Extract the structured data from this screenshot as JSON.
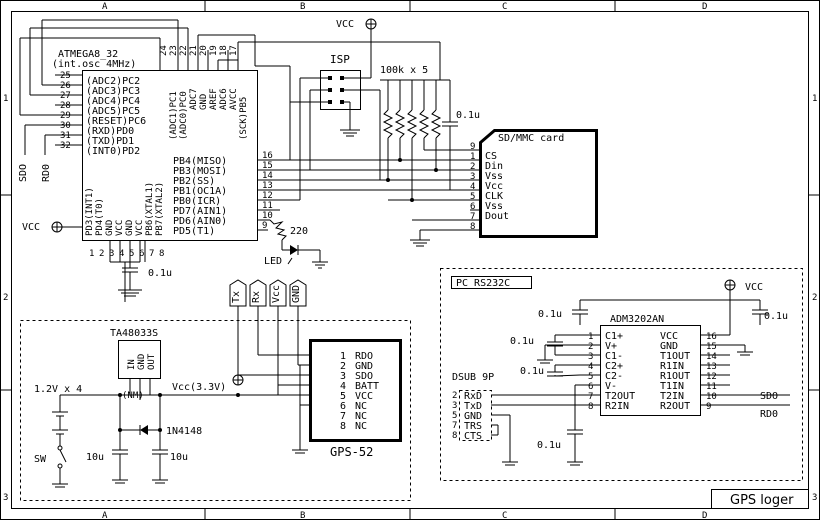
{
  "border": {
    "col_labels": [
      "A",
      "B",
      "C",
      "D"
    ],
    "row_labels": [
      "1",
      "2",
      "3"
    ]
  },
  "title_block": {
    "label": "GPS loger"
  },
  "vcc_label": "VCC",
  "mcu": {
    "part": "ATMEGA8_32",
    "osc": "(int.osc 4MHz)",
    "left_pins": [
      {
        "num": "25",
        "label": "(ADC2)PC2"
      },
      {
        "num": "26",
        "label": "(ADC3)PC3"
      },
      {
        "num": "27",
        "label": "(ADC4)PC4"
      },
      {
        "num": "28",
        "label": "(ADC5)PC5"
      },
      {
        "num": "29",
        "label": "(RESET)PC6"
      },
      {
        "num": "30",
        "label": "(RXD)PD0"
      },
      {
        "num": "31",
        "label": "(TXD)PD1"
      },
      {
        "num": "32",
        "label": "(INT0)PD2"
      }
    ],
    "right_pins": [
      {
        "num": "16",
        "label": "PB4(MISO)"
      },
      {
        "num": "15",
        "label": "PB3(MOSI)"
      },
      {
        "num": "14",
        "label": "PB2(SS)"
      },
      {
        "num": "13",
        "label": "PB1(OC1A)"
      },
      {
        "num": "12",
        "label": "PB0(ICR)"
      },
      {
        "num": "11",
        "label": "PD7(AIN1)"
      },
      {
        "num": "10",
        "label": "PD6(AIN0)"
      },
      {
        "num": "9",
        "label": "PD5(T1)"
      }
    ],
    "top_pins": [
      "24",
      "23",
      "22",
      "21",
      "20",
      "19",
      "18",
      "17"
    ],
    "top_labels": [
      "(ADC1)PC1",
      "(ADC0)PC0",
      "ADC7",
      "GND",
      "AREF",
      "ADC6",
      "AVCC",
      "(SCK)PB5"
    ],
    "bottom_labels": [
      "PD3(INT1)",
      "PD4(T0)",
      "GND",
      "VCC",
      "GND",
      "VCC",
      "PB6(XTAL1)",
      "PB7(XTAL2)"
    ],
    "bottom_pins": [
      "1",
      "2",
      "3",
      "4",
      "5",
      "6",
      "7",
      "8"
    ]
  },
  "signals": {
    "sdo": "SDO",
    "rd0": "RD0"
  },
  "isp_label": "ISP",
  "resistor_array": "100k x 5",
  "cap_01": "0.1u",
  "sdcard": {
    "title": "SD/MMC card",
    "pins": [
      {
        "num": "9",
        "label": ""
      },
      {
        "num": "1",
        "label": "CS"
      },
      {
        "num": "2",
        "label": "Din"
      },
      {
        "num": "3",
        "label": "Vss"
      },
      {
        "num": "4",
        "label": "Vcc"
      },
      {
        "num": "5",
        "label": "CLK"
      },
      {
        "num": "6",
        "label": "Vss"
      },
      {
        "num": "7",
        "label": "Dout"
      },
      {
        "num": "8",
        "label": ""
      }
    ]
  },
  "led": {
    "label": "LED",
    "resistor": "220"
  },
  "connector_labels": [
    "Tx",
    "Rx",
    "Vcc",
    "GND"
  ],
  "regulator": {
    "part": "TA48033S",
    "pins": [
      "IN",
      "GND",
      "OUT"
    ],
    "battery": "1.2V x 4",
    "vout": "Vcc(3.3V)",
    "diode": "1N4148",
    "cap1": "10u",
    "cap2": "10u",
    "sw": "SW"
  },
  "gps": {
    "title": "GPS-52",
    "pins": [
      {
        "num": "1",
        "label": "RDO"
      },
      {
        "num": "2",
        "label": "GND"
      },
      {
        "num": "3",
        "label": "SDO"
      },
      {
        "num": "4",
        "label": "BATT"
      },
      {
        "num": "5",
        "label": "VCC"
      },
      {
        "num": "6",
        "label": "NC"
      },
      {
        "num": "7",
        "label": "NC"
      },
      {
        "num": "8",
        "label": "NC"
      }
    ]
  },
  "rs232": {
    "section": "PC RS232C",
    "part": "ADM3202AN",
    "left_pins": [
      {
        "num": "1",
        "label": "C1+"
      },
      {
        "num": "2",
        "label": "V+"
      },
      {
        "num": "3",
        "label": "C1-"
      },
      {
        "num": "4",
        "label": "C2+"
      },
      {
        "num": "5",
        "label": "C2-"
      },
      {
        "num": "6",
        "label": "V-"
      },
      {
        "num": "7",
        "label": "T2OUT"
      },
      {
        "num": "8",
        "label": "R2IN"
      }
    ],
    "right_pins": [
      {
        "num": "16",
        "label": "VCC"
      },
      {
        "num": "15",
        "label": "GND"
      },
      {
        "num": "14",
        "label": "T1OUT"
      },
      {
        "num": "13",
        "label": "R1IN"
      },
      {
        "num": "12",
        "label": "R1OUT"
      },
      {
        "num": "11",
        "label": "T1IN"
      },
      {
        "num": "10",
        "label": "T2IN"
      },
      {
        "num": "9",
        "label": "R2OUT"
      }
    ],
    "dsub": "DSUB 9P",
    "dsub_pins": [
      {
        "num": "2",
        "label": "RxD"
      },
      {
        "num": "3",
        "label": "TxD"
      },
      {
        "num": "5",
        "label": "GND"
      },
      {
        "num": "7",
        "label": "TRS"
      },
      {
        "num": "8",
        "label": "CTS"
      }
    ]
  }
}
